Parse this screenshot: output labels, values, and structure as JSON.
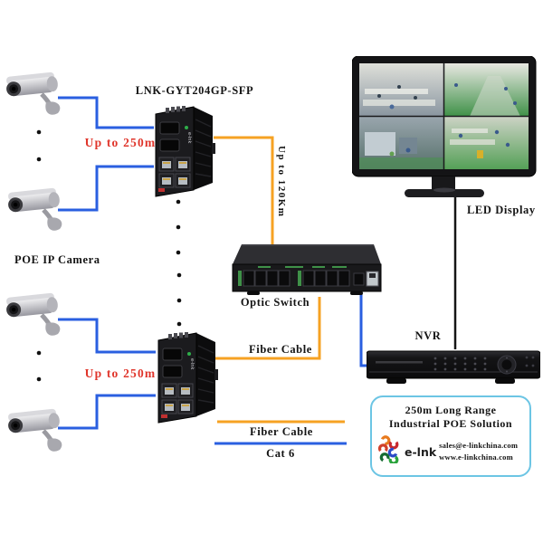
{
  "labels": {
    "switch_model": "LNK-GYT204GP-SFP",
    "poe_ip_camera": "POE IP Camera",
    "distance_link1": "Up to 250m",
    "distance_link2": "Up to 250m",
    "fiber_distance": "Up to 120Km",
    "optic_switch": "Optic Switch",
    "fiber_link": "Fiber Cable",
    "led_display": "LED Display",
    "nvr": "NVR"
  },
  "legend": {
    "fiber_label": "Fiber Cable",
    "cat6_label": "Cat 6"
  },
  "info_box": {
    "title_line1": "250m Long Range",
    "title_line2": "Industrial POE Solution",
    "brand": "e-lnk",
    "email": "sales@e-linkchina.com",
    "website": "www.e-linkchina.com"
  },
  "colors": {
    "cat6_blue": "#2A5FE0",
    "fiber_orange": "#F6A223",
    "distance_red": "#E0352B",
    "display_cable_black": "#151515",
    "info_border_blue": "#6CC5E4"
  }
}
